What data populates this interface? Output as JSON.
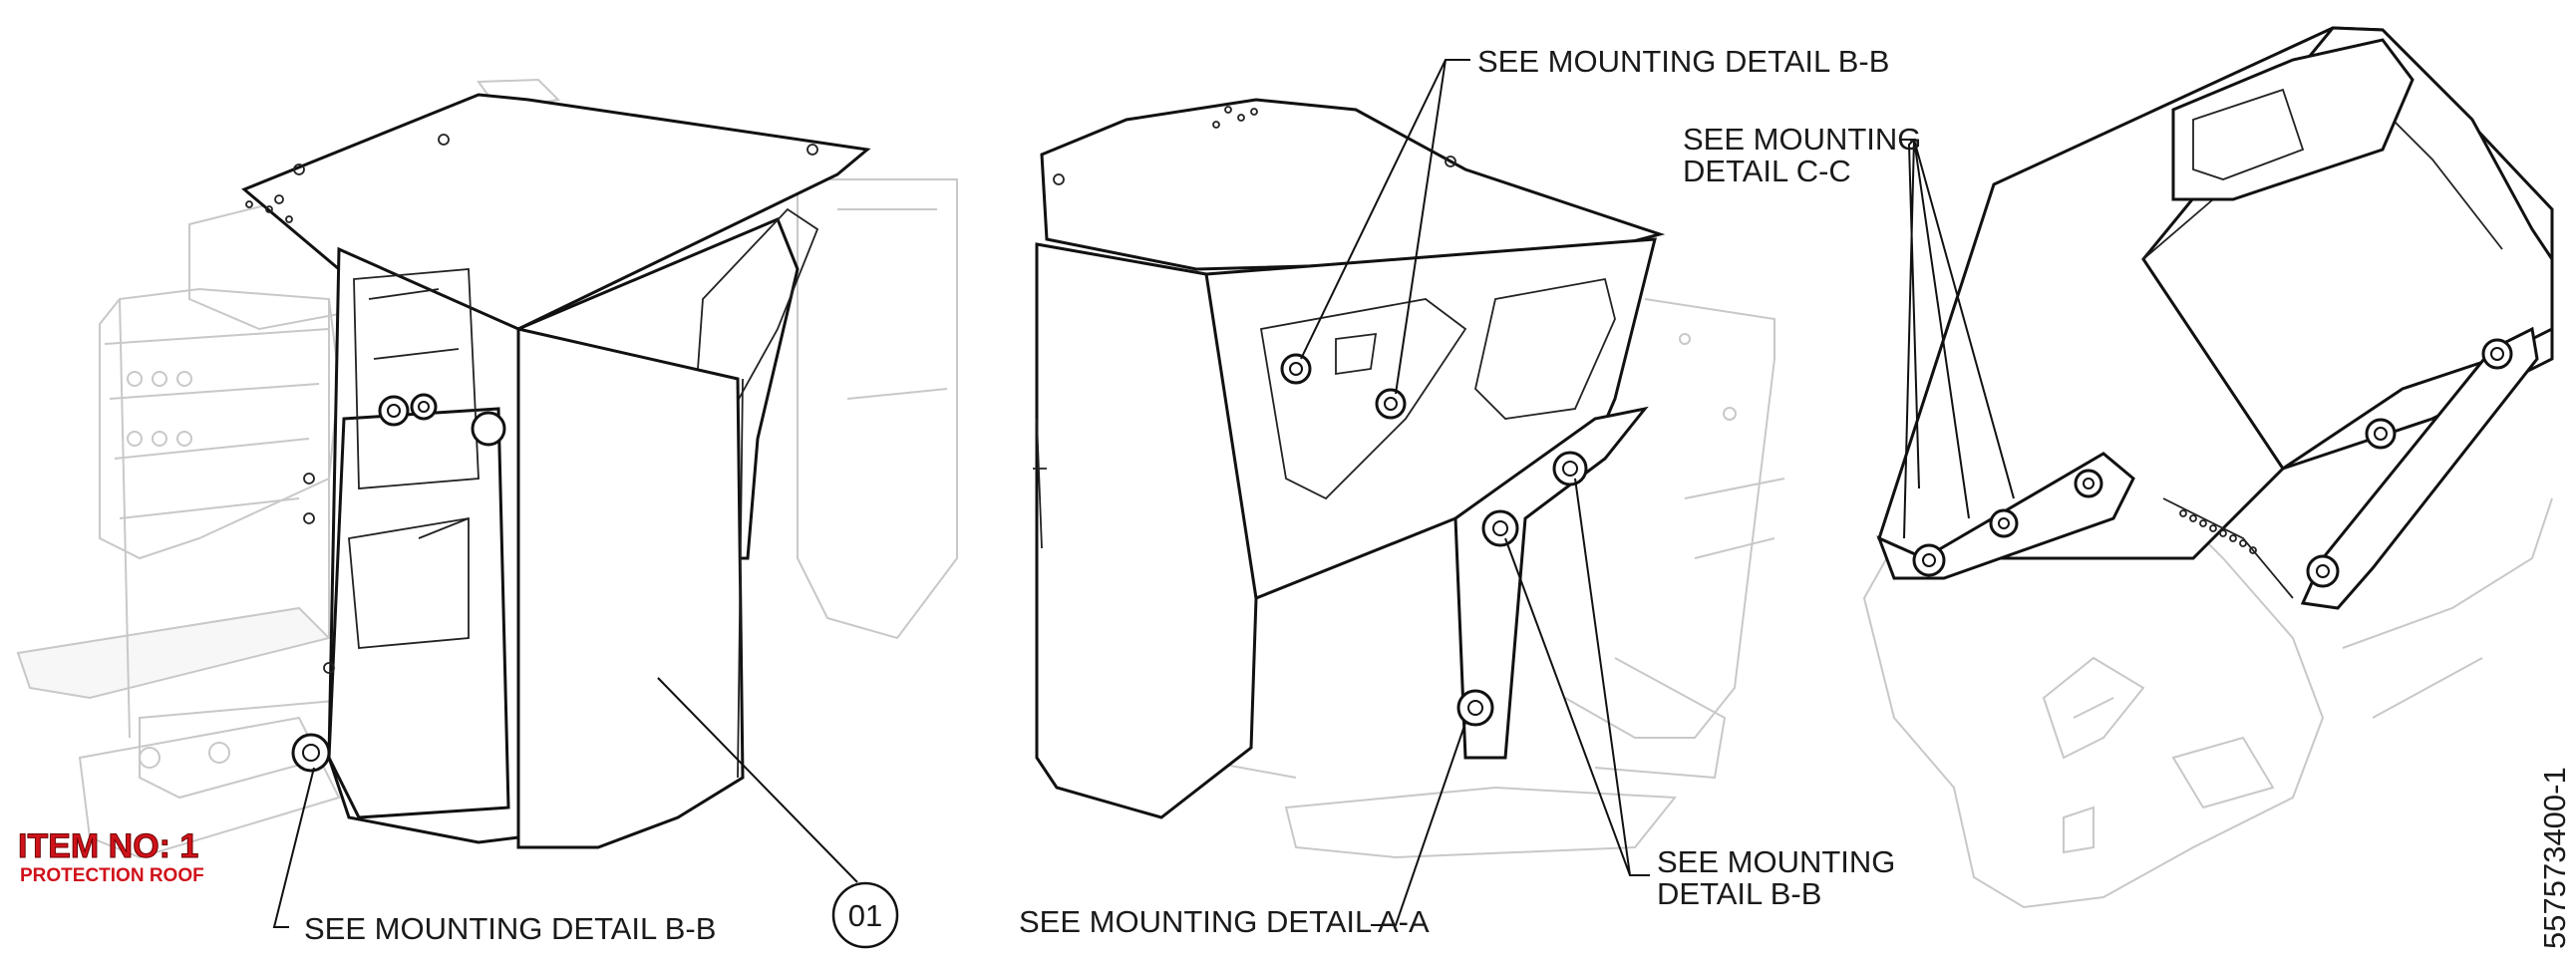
{
  "item_label": {
    "title": "ITEM NO: 1",
    "subtitle": "PROTECTION ROOF",
    "color": "#d0121b"
  },
  "balloon": "01",
  "callouts": {
    "left_b": "SEE MOUNTING DETAIL B-B",
    "mid_top_b": "SEE MOUNTING DETAIL B-B",
    "mid_a": "SEE MOUNTING DETAIL A-A",
    "mid_right_b_line1": "SEE MOUNTING",
    "mid_right_b_line2": "DETAIL B-B",
    "right_c_line1": "SEE MOUNTING",
    "right_c_line2": "DETAIL C-C"
  },
  "drawing_number": "557573400-1"
}
